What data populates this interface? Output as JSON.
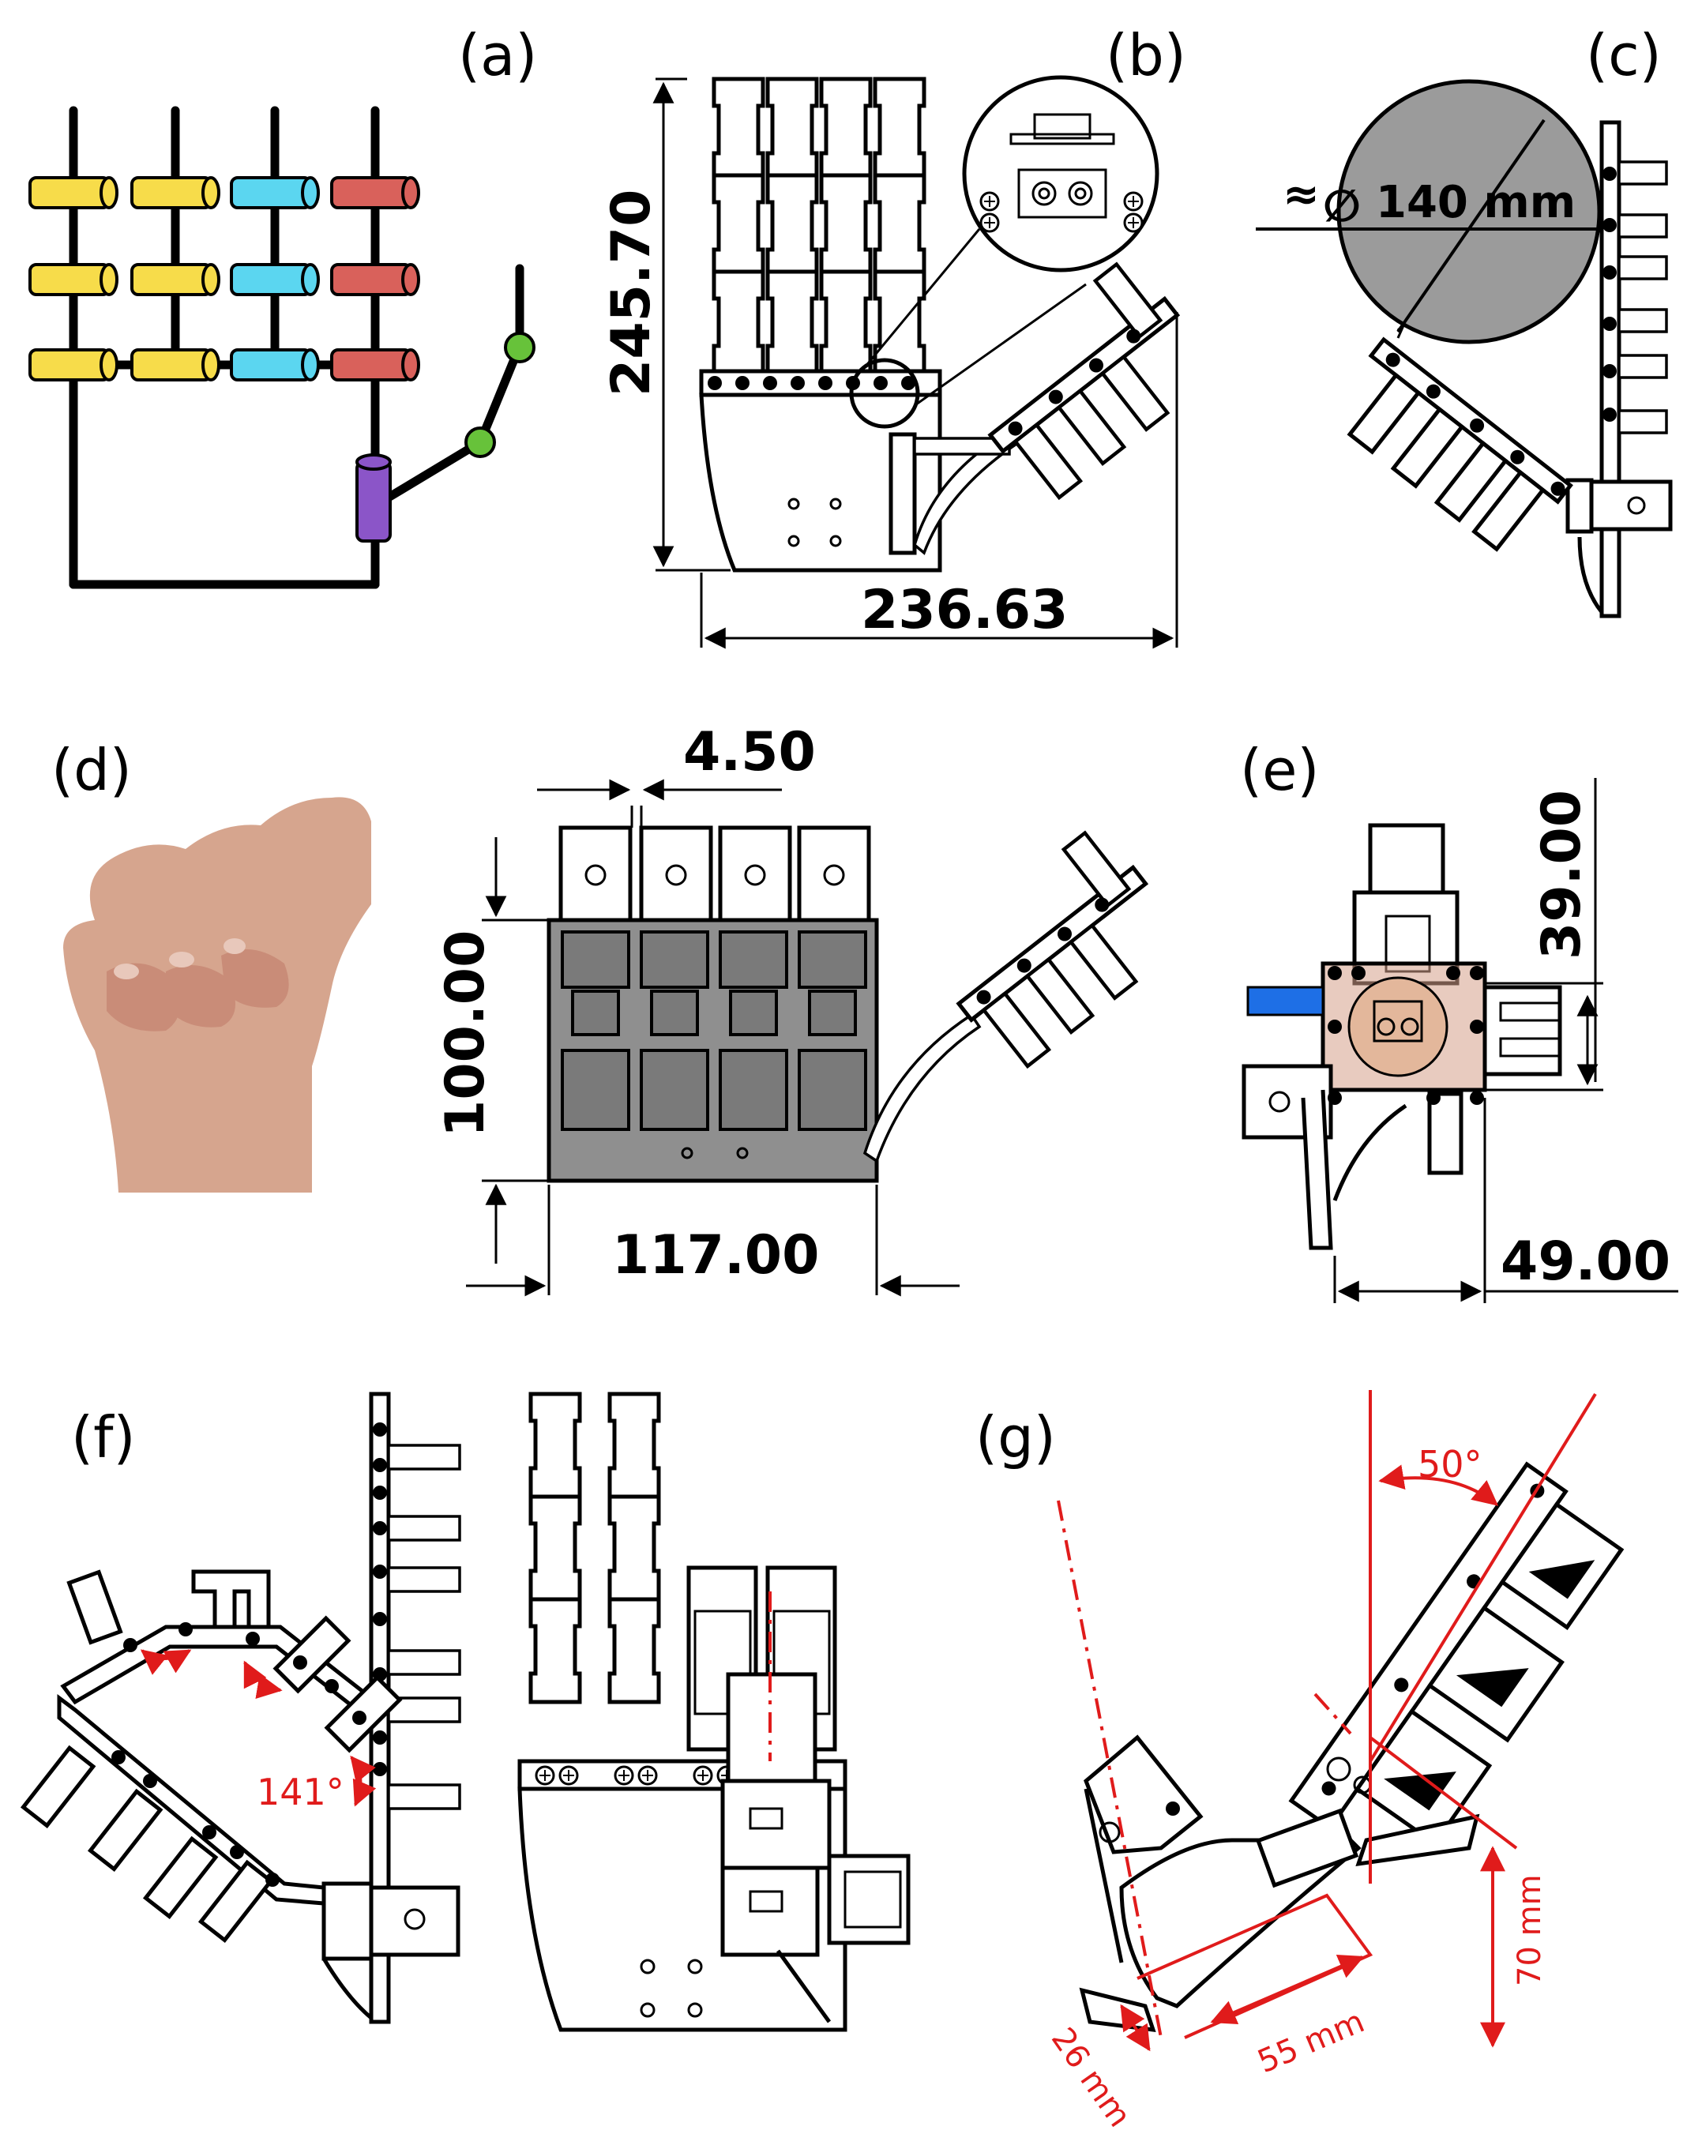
{
  "panels": {
    "a": {
      "label": "(a)"
    },
    "b": {
      "label": "(b)",
      "height_dim": "245.70",
      "width_dim": "236.63"
    },
    "c": {
      "label": "(c)",
      "approx_symbol": "≈",
      "diameter_symbol": "∅",
      "diameter_text": "140 mm"
    },
    "d": {
      "label": "(d)",
      "slot_dim": "4.50",
      "height_dim": "100.00",
      "width_dim": "117.00"
    },
    "e": {
      "label": "(e)",
      "height_dim": "39.00",
      "width_dim": "49.00"
    },
    "f": {
      "label": "(f)",
      "angle": "141°"
    },
    "g": {
      "label": "(g)",
      "angle": "50°",
      "dim_26": "26 mm",
      "dim_55": "55 mm",
      "dim_70": "70 mm"
    }
  },
  "colors": {
    "index_joint": "#f7dc4a",
    "middle_joint": "#f7dc4a",
    "ring_joint": "#5bd6f0",
    "little_joint": "#d9615b",
    "thumb_base": "#8b55c8",
    "thumb_joint": "#67c23a",
    "object": "#9b9b9b",
    "palm_fill": "#8f8f8f",
    "highlight": "#d6a08a",
    "accent_blue": "#1e6fe6",
    "annotation": "#e01b1b"
  }
}
